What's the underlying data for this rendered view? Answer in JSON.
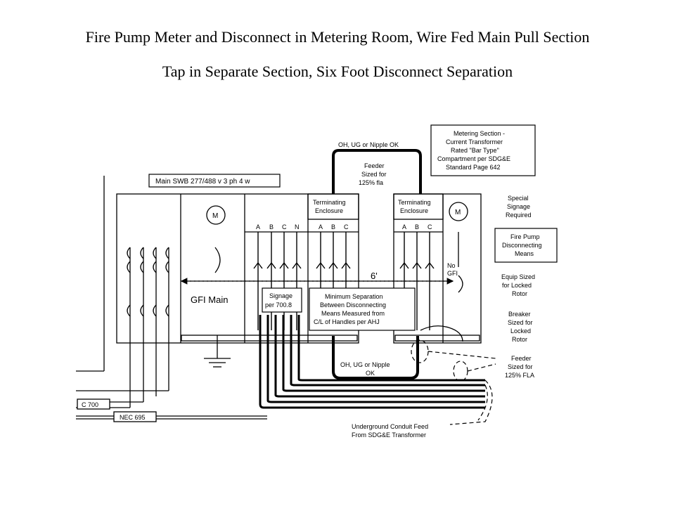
{
  "title_line1": "Fire Pump Meter and Disconnect in Metering Room, Wire Fed Main Pull Section",
  "title_line2": "Tap in Separate Section, Six Foot Disconnect Separation",
  "main_swb": "Main SWB 277/488 v 3 ph 4 w",
  "meter_symbol": "M",
  "gfi_main": "GFI Main",
  "terminating_enclosure": [
    "Terminating",
    "Enclosure"
  ],
  "phases_main": [
    "A",
    "B",
    "C",
    "N"
  ],
  "phases_3": [
    "A",
    "B",
    "C"
  ],
  "separation_dim": "6'",
  "no_gfi": [
    "No",
    "GFI"
  ],
  "signage_700_8": [
    "Signage",
    "per 700.8"
  ],
  "minimum_separation": [
    "Minimum Separation",
    "Between Disconnecting",
    "Means Measured from",
    "C/L of Handles per AHJ"
  ],
  "oh_ug_top": "OH, UG or Nipple OK",
  "feeder_top": [
    "Feeder",
    "Sized for",
    "125% fla"
  ],
  "oh_ug_bottom": [
    "OH, UG or Nipple",
    "OK"
  ],
  "metering_section": [
    "Metering Section -",
    "Current Transformer",
    "Rated \"Bar Type\"",
    "Compartment per SDG&E",
    "Standard Page 642"
  ],
  "special_signage": [
    "Special",
    "Signage",
    "Required"
  ],
  "fire_pump_disconnect": [
    "Fire Pump",
    "Disconnecting",
    "Means"
  ],
  "equip_sized": [
    "Equip Sized",
    "for Locked",
    "Rotor"
  ],
  "breaker_sized": [
    "Breaker",
    "Sized for",
    "Locked",
    "Rotor"
  ],
  "feeder_bottom": [
    "Feeder",
    "Sized for",
    "125% FLA"
  ],
  "nec_700": "C 700",
  "nec_695": "NEC 695",
  "underground_feed": [
    "Underground Conduit Feed",
    "From SDG&E Transformer"
  ]
}
